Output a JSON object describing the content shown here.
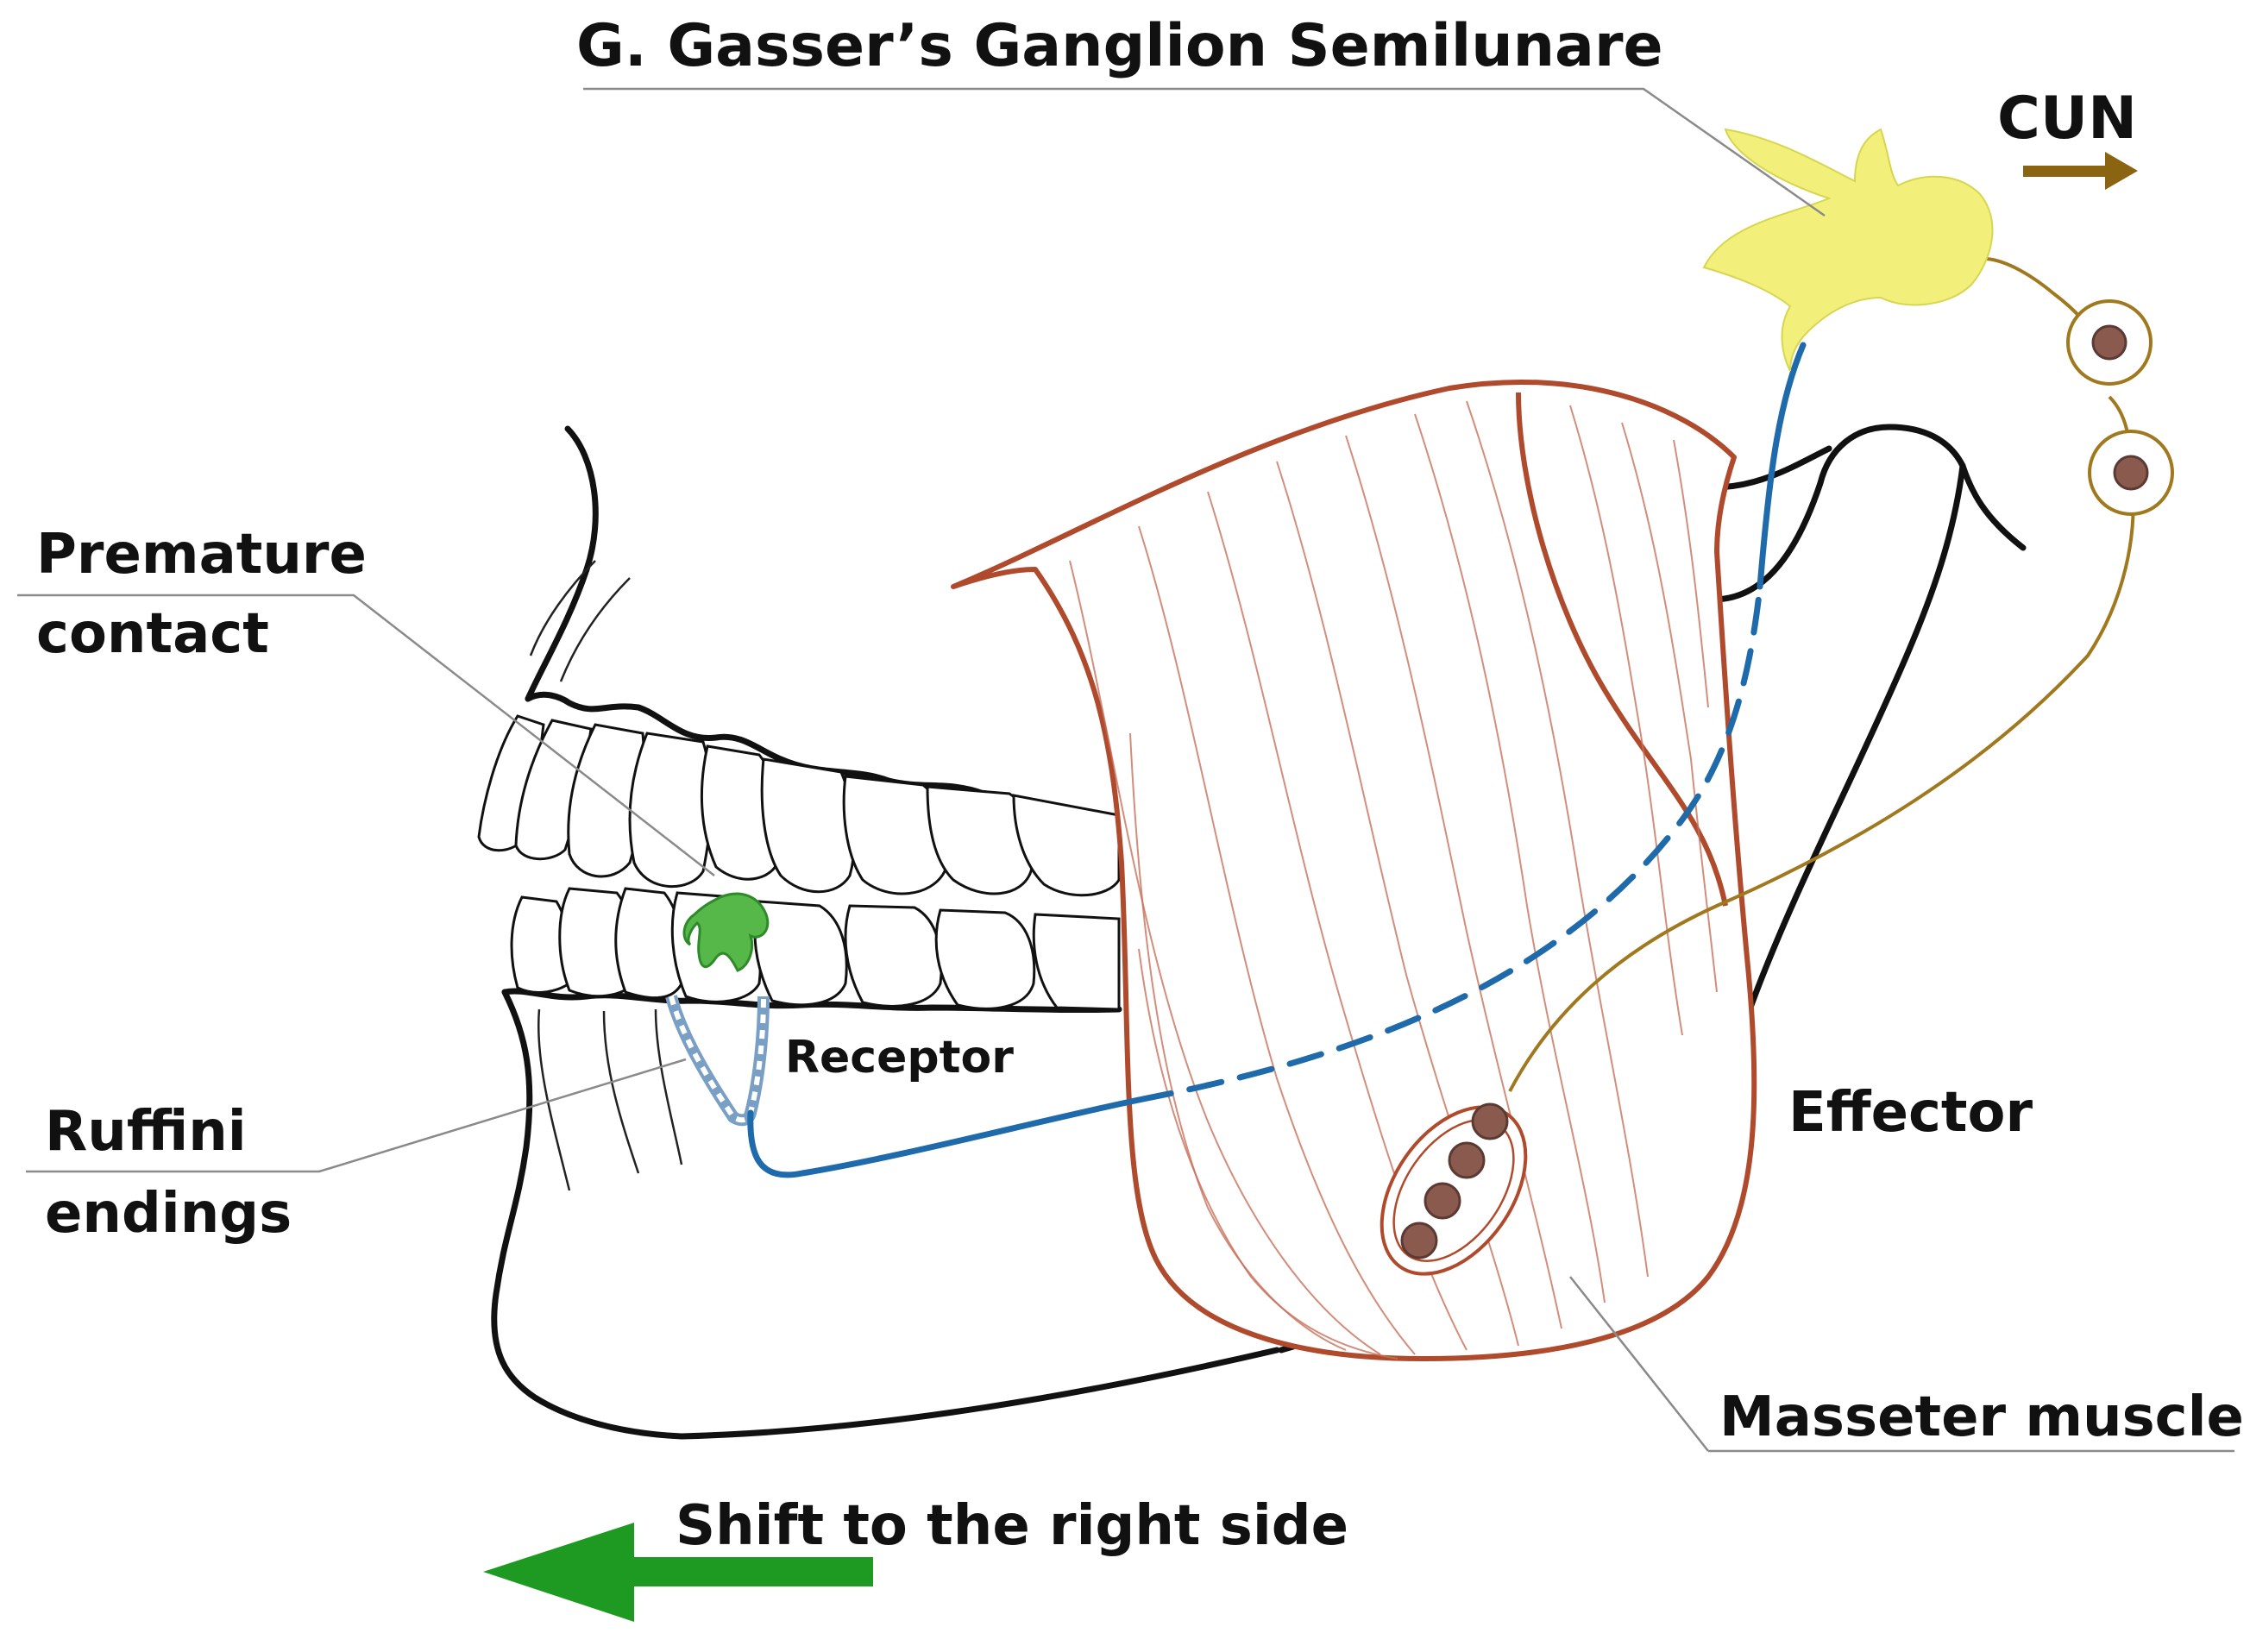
{
  "labels": {
    "ganglion": "G. Gasser’s  Ganglion Semilunare",
    "cun": "CUN",
    "premature_line1": "Premature",
    "premature_line2": "contact",
    "receptor": "Receptor",
    "ruffini_line1": "Ruffini",
    "ruffini_line2": "endings",
    "effector": "Effector",
    "masseter": "Masseter muscle",
    "shift": "Shift to the right side"
  },
  "colors": {
    "ganglion_fill": "#f2f07a",
    "sensory_nerve": "#1f6aaa",
    "motor_nerve": "#a0781e",
    "muscle_outline": "#b04a2c",
    "premature_contact": "#55b848",
    "shift_arrow": "#1e9a22",
    "cun_arrow": "#8a6410",
    "motor_neuron_nucleus": "#8a5a4e"
  },
  "icons": {
    "shift_arrow": "arrow-left-icon",
    "cun_arrow": "arrow-right-icon"
  }
}
